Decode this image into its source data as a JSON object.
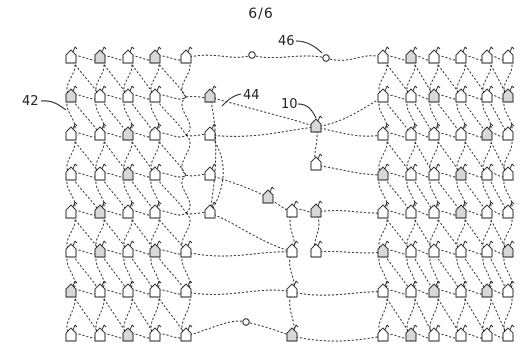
{
  "page": {
    "label": "6/6"
  },
  "references": {
    "group_left": "42",
    "bridge_path": "44",
    "node": "10",
    "relay": "46"
  },
  "colors": {
    "ink": "#222222",
    "fill_light": "#d8d8d8",
    "background": "#ffffff"
  }
}
